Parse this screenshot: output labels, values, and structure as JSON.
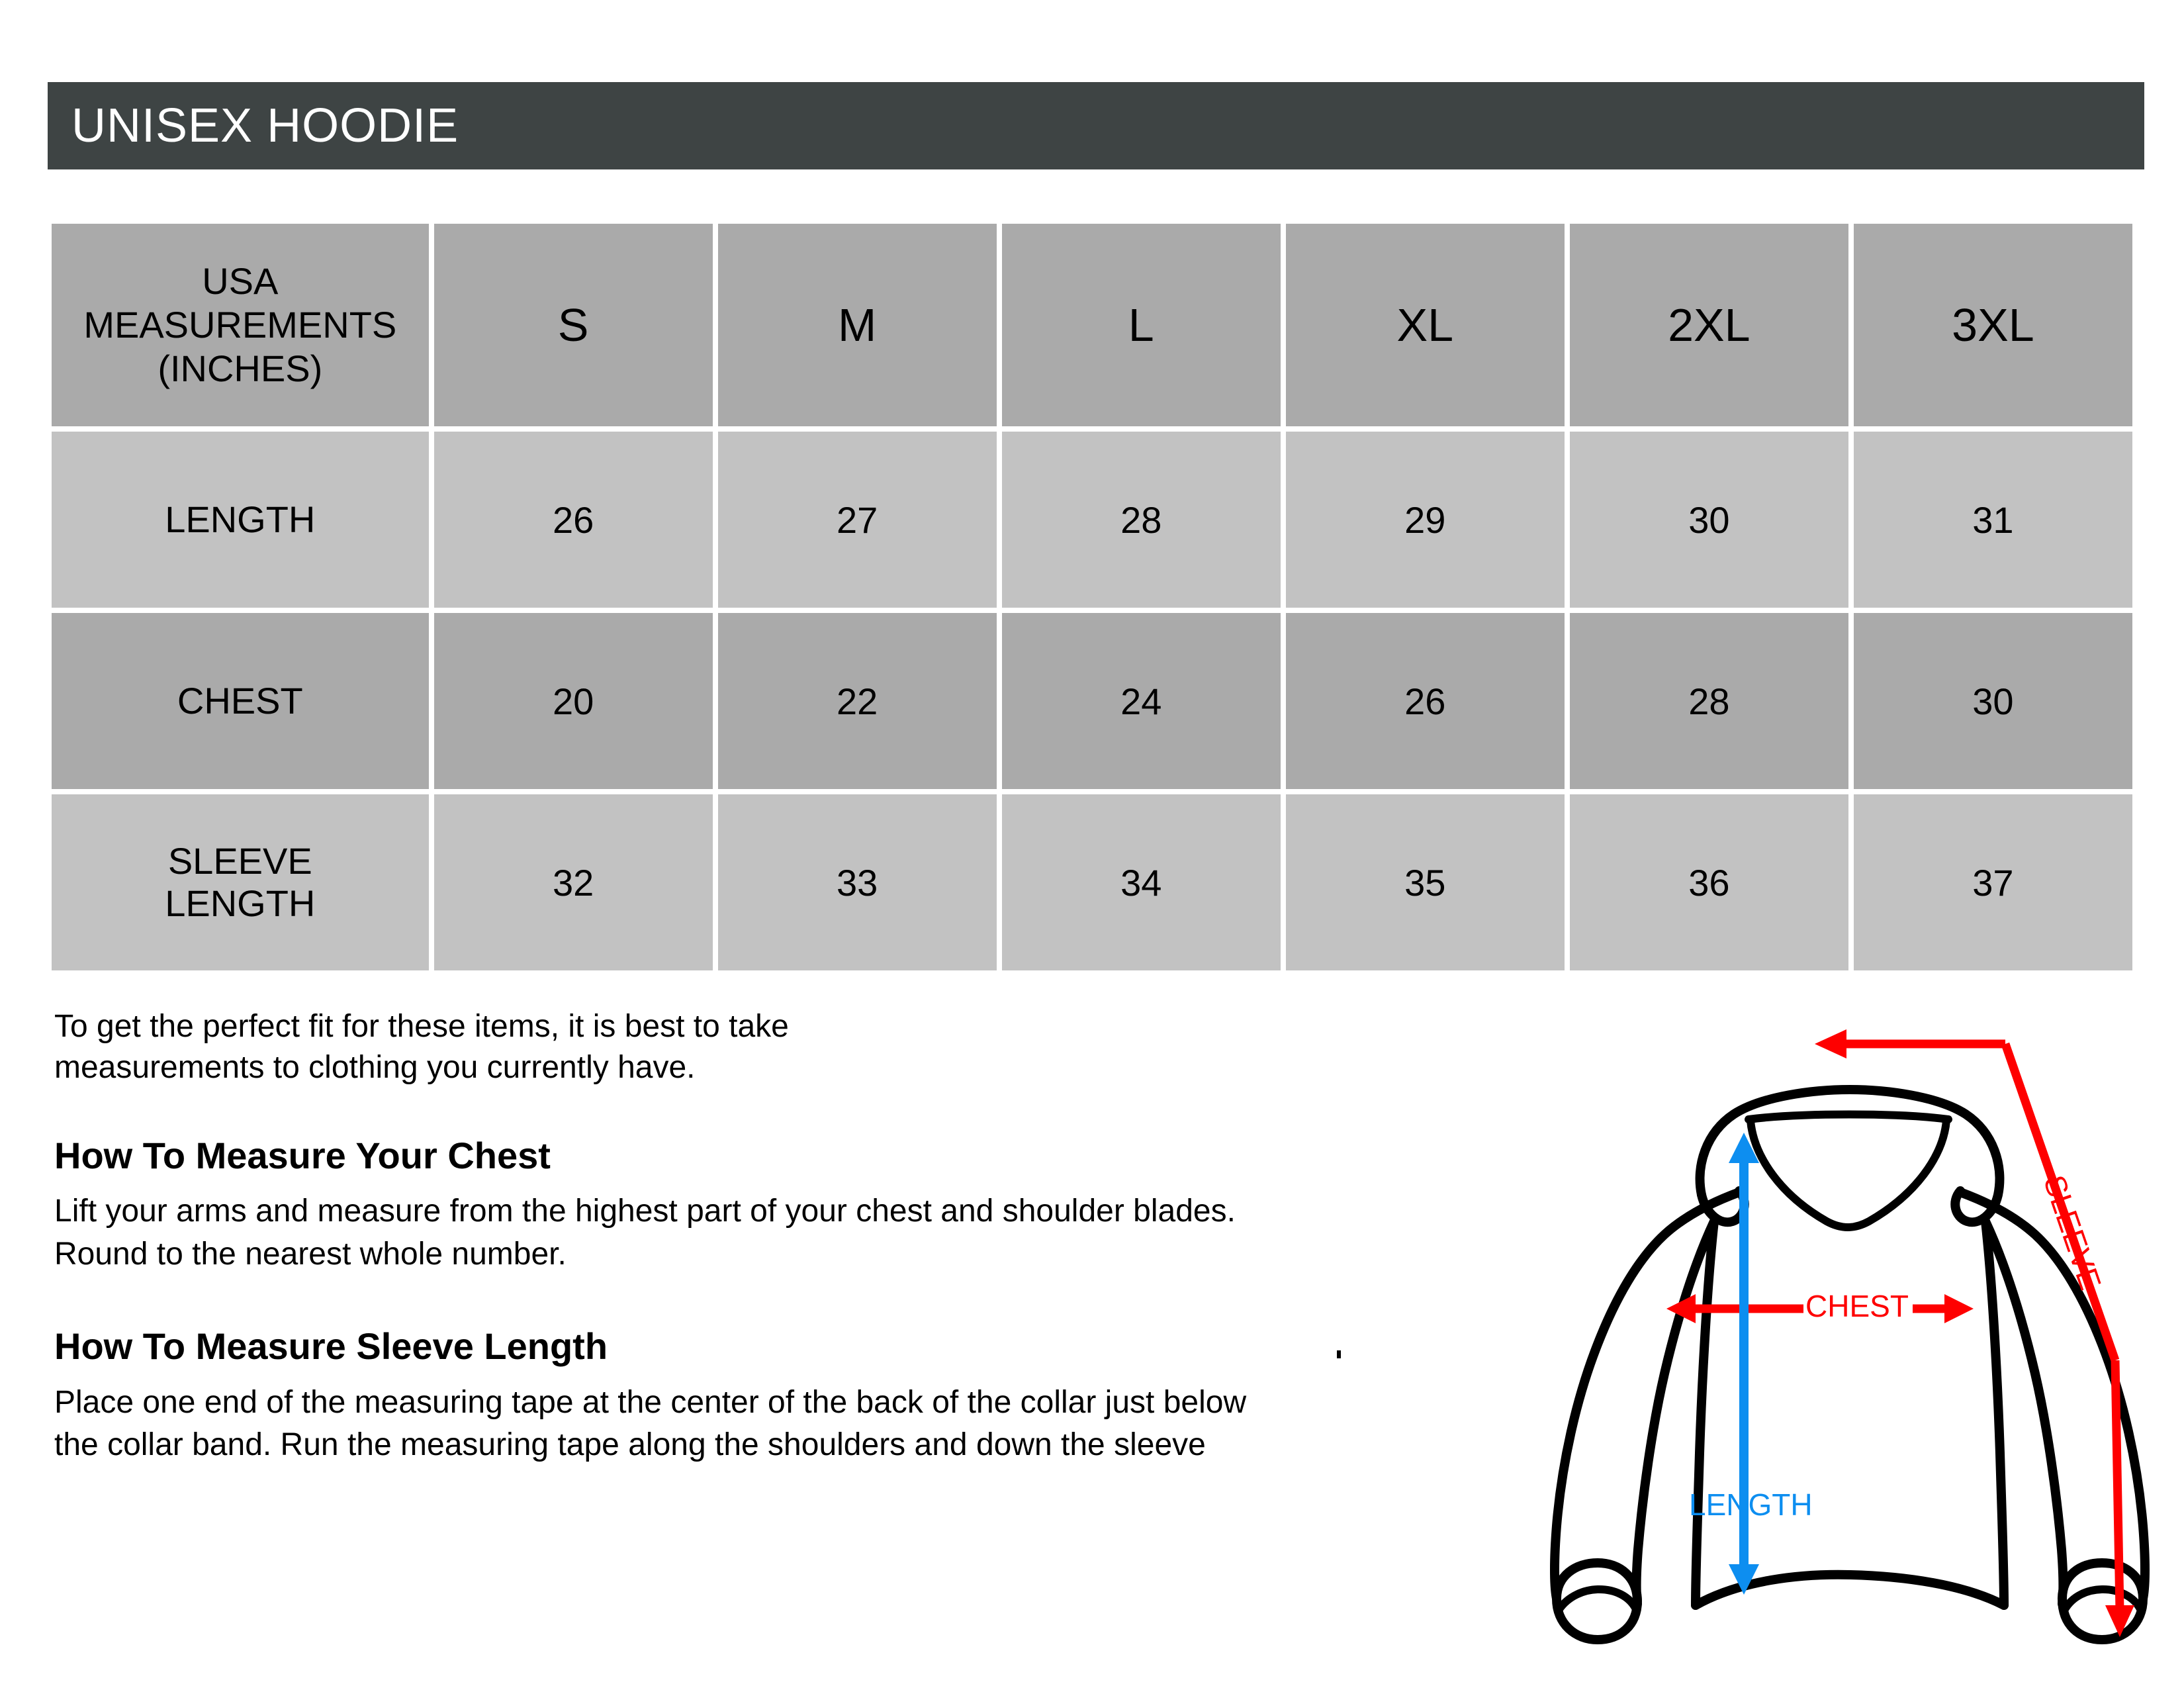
{
  "header": {
    "title": "UNISEX HOODIE",
    "bar_color": "#3e4444",
    "text_color": "#ffffff"
  },
  "table": {
    "label_header": "USA MEASUREMENTS (INCHES)",
    "label_header_lines": [
      "USA",
      "MEASUREMENTS",
      "(INCHES)"
    ],
    "sizes": [
      "S",
      "M",
      "L",
      "XL",
      "2XL",
      "3XL"
    ],
    "row_dark_color": "#aaaaaa",
    "row_light_color": "#c2c2c2",
    "rows": [
      {
        "label": "LENGTH",
        "label_lines": [
          "LENGTH"
        ],
        "values": [
          "26",
          "27",
          "28",
          "29",
          "30",
          "31"
        ]
      },
      {
        "label": "CHEST",
        "label_lines": [
          "CHEST"
        ],
        "values": [
          "20",
          "22",
          "24",
          "26",
          "28",
          "30"
        ]
      },
      {
        "label": "SLEEVE LENGTH",
        "label_lines": [
          "SLEEVE",
          "LENGTH"
        ],
        "values": [
          "32",
          "33",
          "34",
          "35",
          "36",
          "37"
        ]
      }
    ]
  },
  "content": {
    "intro": {
      "line1": "To get the perfect fit for these items, it is best to take",
      "line2": "measurements to clothing you currently have."
    },
    "chest_section": {
      "heading": "How To Measure Your Chest",
      "line1": "Lift your arms and measure from the highest part of your chest and shoulder blades.",
      "line2": "Round to the nearest whole number."
    },
    "sleeve_section": {
      "heading": "How To Measure Sleeve Length",
      "line1": "Place one end of the measuring tape at the center of the back of the collar just below",
      "line2": "the collar band. Run the measuring tape along the shoulders and down the sleeve"
    }
  },
  "illustration": {
    "garment": "hoodie-outline",
    "labels": {
      "chest": "CHEST",
      "length": "LENGTH",
      "sleeve": "SLEEVE"
    },
    "colors": {
      "chest_arrow": "#fe0000",
      "sleeve_arrow": "#fe0000",
      "length_arrow": "#0d8ef0",
      "outline": "#000000"
    }
  }
}
